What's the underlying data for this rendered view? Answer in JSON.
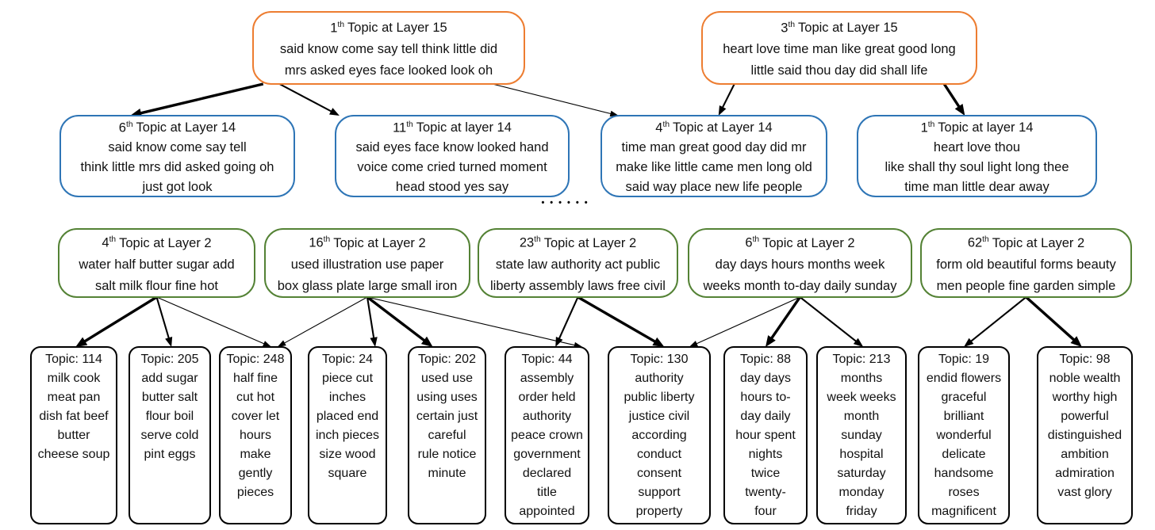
{
  "separator_dots": "••••••",
  "colors": {
    "layer15_border": "#ED7D31",
    "layer14_border": "#2E75B6",
    "layer2_border": "#548235",
    "leaf_border": "#000000",
    "edge": "#000000"
  },
  "nodes": {
    "O1": {
      "ord": "1",
      "sup": "th",
      "title": "Topic at Layer 15",
      "lines": [
        "said know come say tell think little did",
        "mrs asked eyes face looked look oh"
      ]
    },
    "O2": {
      "ord": "3",
      "sup": "th",
      "title": "Topic at Layer 15",
      "lines": [
        "heart love time man like great good long",
        "little said thou day did shall life"
      ]
    },
    "B1": {
      "ord": "6",
      "sup": "th",
      "title": "Topic at Layer 14",
      "lines": [
        "said know come say tell",
        "think little mrs did asked going oh",
        "just got look"
      ]
    },
    "B2": {
      "ord": "11",
      "sup": "th",
      "title": "Topic at layer 14",
      "lines": [
        "said eyes face know looked hand",
        "voice come cried turned moment",
        "head stood yes say"
      ]
    },
    "B3": {
      "ord": "4",
      "sup": "th",
      "title": "Topic at Layer 14",
      "lines": [
        "time man great good day did mr",
        "make like little came men long old",
        "said way place new life people"
      ]
    },
    "B4": {
      "ord": "1",
      "sup": "th",
      "title": "Topic at layer 14",
      "lines": [
        "heart love thou",
        "like shall thy soul light long thee",
        "time man little dear away"
      ]
    },
    "G1": {
      "ord": "4",
      "sup": "th",
      "title": "Topic at Layer 2",
      "lines": [
        "water half butter sugar add",
        "salt milk flour fine hot"
      ]
    },
    "G2": {
      "ord": "16",
      "sup": "th",
      "title": "Topic at Layer 2",
      "lines": [
        "used illustration use paper",
        "box glass plate large small iron"
      ]
    },
    "G3": {
      "ord": "23",
      "sup": "th",
      "title": "Topic at Layer 2",
      "lines": [
        "state law authority act public",
        "liberty assembly laws free civil"
      ]
    },
    "G4": {
      "ord": "6",
      "sup": "th",
      "title": "Topic at Layer 2",
      "lines": [
        "day days hours months week",
        "weeks month to-day daily sunday"
      ]
    },
    "G5": {
      "ord": "62",
      "sup": "th",
      "title": "Topic at Layer 2",
      "lines": [
        "form old beautiful forms beauty",
        "men people fine garden simple"
      ]
    },
    "K1": {
      "title": "Topic: 114",
      "lines": [
        "milk cook",
        "meat pan",
        "dish fat beef",
        "butter",
        "cheese soup"
      ]
    },
    "K2": {
      "title": "Topic: 205",
      "lines": [
        "add sugar",
        "butter salt",
        "flour boil",
        "serve cold",
        "pint eggs"
      ]
    },
    "K3": {
      "title": "Topic: 248",
      "lines": [
        "half fine",
        "cut hot",
        "cover let",
        "hours",
        "make",
        "gently",
        "pieces"
      ]
    },
    "K4": {
      "title": "Topic: 24",
      "lines": [
        "piece cut",
        "inches",
        "placed end",
        "inch pieces",
        "size wood",
        "square"
      ]
    },
    "K5": {
      "title": "Topic: 202",
      "lines": [
        "used use",
        "using uses",
        "certain just",
        "careful",
        "rule notice",
        "minute"
      ]
    },
    "K6": {
      "title": "Topic: 44",
      "lines": [
        "assembly",
        "order held",
        "authority",
        "peace crown",
        "government",
        "declared",
        "title",
        "appointed"
      ]
    },
    "K7": {
      "title": "Topic: 130",
      "lines": [
        "authority",
        "public liberty",
        "justice civil",
        "according",
        "conduct",
        "consent",
        "support",
        "property"
      ]
    },
    "K8": {
      "title": "Topic: 88",
      "lines": [
        "day days",
        "hours to-",
        "day daily",
        "hour spent",
        "nights",
        "twice",
        "twenty-",
        "four"
      ]
    },
    "K9": {
      "title": "Topic: 213",
      "lines": [
        "months",
        "week weeks",
        "month",
        "sunday",
        "hospital",
        "saturday",
        "monday",
        "friday"
      ]
    },
    "K10": {
      "title": "Topic: 19",
      "lines": [
        "endid flowers",
        "graceful",
        "brilliant",
        "wonderful",
        "delicate",
        "handsome",
        "roses",
        "magnificent"
      ]
    },
    "K11": {
      "title": "Topic: 98",
      "lines": [
        "noble wealth",
        "worthy high",
        "powerful",
        "distinguished",
        "ambition",
        "admiration",
        "vast glory"
      ]
    }
  },
  "edges": [
    {
      "from": "O1",
      "to": "B1",
      "weight": "thick",
      "fx": 0.04,
      "tx": 0.3
    },
    {
      "from": "O1",
      "to": "B2",
      "weight": "medium",
      "fx": 0.1,
      "tx": 0.02
    },
    {
      "from": "O1",
      "to": "B3",
      "weight": "thin",
      "fx": 0.88,
      "tx": 0.08
    },
    {
      "from": "O2",
      "to": "B3",
      "weight": "medium",
      "fx": 0.12,
      "tx": 0.52
    },
    {
      "from": "O2",
      "to": "B4",
      "weight": "thick",
      "fx": 0.88,
      "tx": 0.45
    },
    {
      "from": "G1",
      "to": "K1",
      "weight": "thick",
      "fx": 0.5,
      "tx": 0.52
    },
    {
      "from": "G1",
      "to": "K2",
      "weight": "medium",
      "fx": 0.5,
      "tx": 0.52
    },
    {
      "from": "G1",
      "to": "K3",
      "weight": "thin",
      "fx": 0.5,
      "tx": 0.72
    },
    {
      "from": "G2",
      "to": "K3",
      "weight": "thin",
      "fx": 0.5,
      "tx": 0.8
    },
    {
      "from": "G2",
      "to": "K4",
      "weight": "medium",
      "fx": 0.5,
      "tx": 0.85
    },
    {
      "from": "G2",
      "to": "K5",
      "weight": "thick",
      "fx": 0.5,
      "tx": 0.32
    },
    {
      "from": "G2",
      "to": "K6",
      "weight": "thin",
      "fx": 0.5,
      "tx": 0.92
    },
    {
      "from": "G3",
      "to": "K6",
      "weight": "medium",
      "fx": 0.5,
      "tx": 0.6
    },
    {
      "from": "G3",
      "to": "K7",
      "weight": "thick",
      "fx": 0.5,
      "tx": 0.55
    },
    {
      "from": "G4",
      "to": "K7",
      "weight": "thin",
      "fx": 0.5,
      "tx": 0.79
    },
    {
      "from": "G4",
      "to": "K8",
      "weight": "thick",
      "fx": 0.5,
      "tx": 0.5
    },
    {
      "from": "G4",
      "to": "K9",
      "weight": "medium",
      "fx": 0.5,
      "tx": 0.52
    },
    {
      "from": "G5",
      "to": "K10",
      "weight": "medium",
      "fx": 0.5,
      "tx": 0.5
    },
    {
      "from": "G5",
      "to": "K11",
      "weight": "thick",
      "fx": 0.5,
      "tx": 0.47
    }
  ]
}
